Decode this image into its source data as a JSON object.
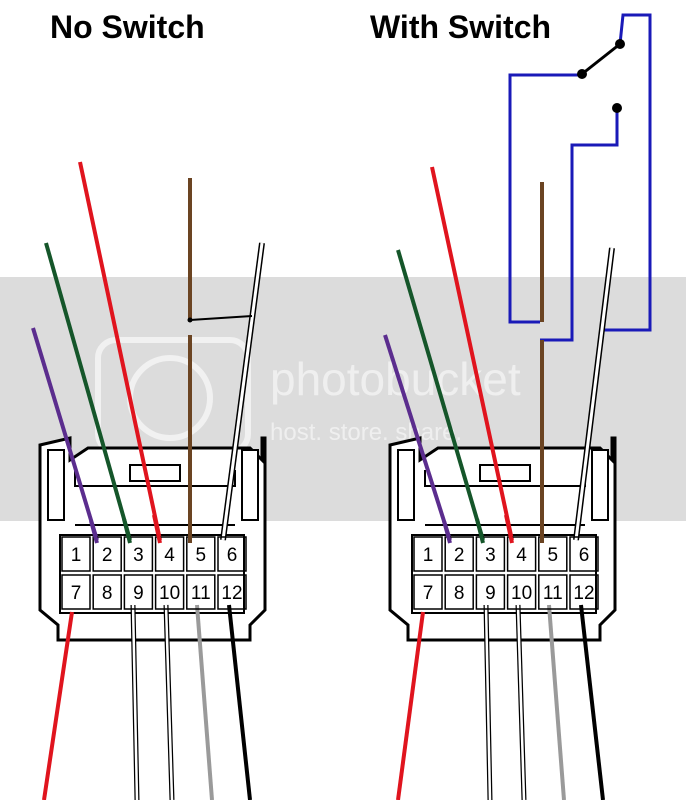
{
  "titles": {
    "left": "No Switch",
    "right": "With Switch"
  },
  "pins": {
    "top_row": [
      "1",
      "2",
      "3",
      "4",
      "5",
      "6"
    ],
    "bottom_row": [
      "7",
      "8",
      "9",
      "10",
      "11",
      "12"
    ]
  },
  "watermark": {
    "main": "photobucket",
    "sub": "host. store. share."
  },
  "colors": {
    "red": "#e0141e",
    "green": "#15562a",
    "purple": "#5b2d8e",
    "brown": "#6b4422",
    "white_wire": "#ffffff",
    "gray": "#9a9a9a",
    "black": "#000000",
    "blue": "#1a1ab8",
    "band": "#dcdcdc"
  }
}
